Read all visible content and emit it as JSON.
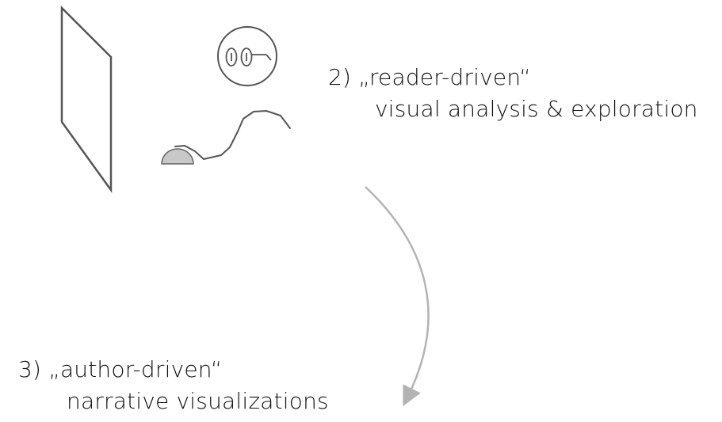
{
  "labels": {
    "reader_driven": {
      "line1": "2) „reader-driven“",
      "line2": "visual analysis & exploration"
    },
    "author_driven": {
      "line1": "3) „author-driven“",
      "line2": "narrative visualizations"
    }
  },
  "colors": {
    "stroke": "#555555",
    "arrow": "#b3b3b3",
    "mouse_fill": "#c8c8c8",
    "text": "#111111"
  },
  "icons": [
    "screen-icon",
    "reader-person-icon",
    "glasses-icon",
    "mouse-icon",
    "flow-arrow-icon"
  ]
}
